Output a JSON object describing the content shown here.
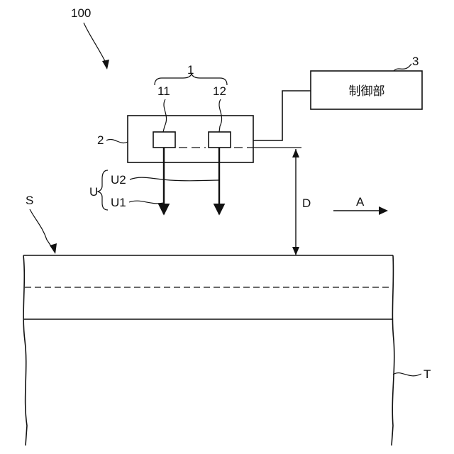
{
  "labels": {
    "system": "100",
    "sensor_group": "1",
    "sensor_a": "11",
    "sensor_b": "12",
    "housing": "2",
    "controller_ref": "3",
    "controller_text": "制御部",
    "wave_group": "U",
    "wave_2": "U2",
    "wave_1": "U1",
    "surface": "S",
    "distance": "D",
    "direction": "A",
    "target": "T"
  }
}
